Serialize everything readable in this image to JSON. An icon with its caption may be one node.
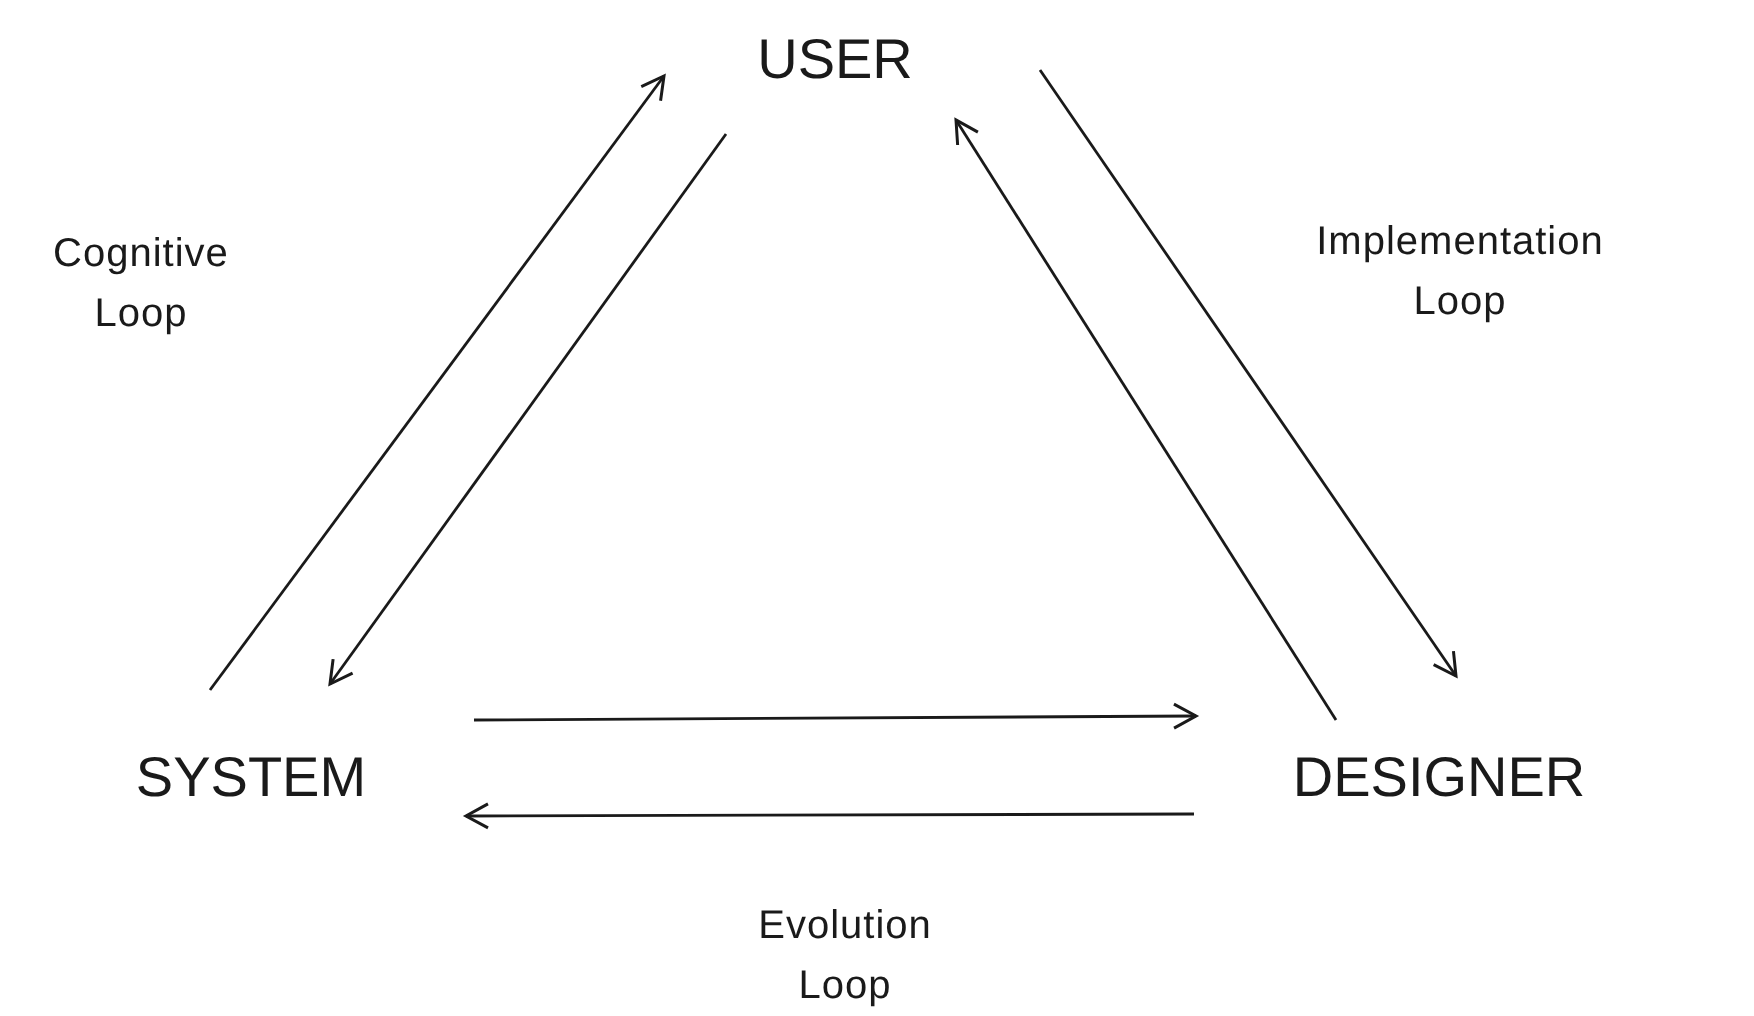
{
  "diagram": {
    "nodes": [
      {
        "text": [
          "USER"
        ]
      },
      {
        "text": [
          "SYSTEM"
        ]
      },
      {
        "text": [
          "DESIGNER"
        ]
      }
    ],
    "edges": [
      {
        "from": 1,
        "to": 0,
        "arrow": "to"
      },
      {
        "from": 0,
        "to": 1,
        "arrow": "to"
      },
      {
        "from": 2,
        "to": 0,
        "arrow": "to"
      },
      {
        "from": 0,
        "to": 2,
        "arrow": "to"
      },
      {
        "from": 1,
        "to": 2,
        "arrow": "to"
      },
      {
        "from": 2,
        "to": 1,
        "arrow": "to"
      }
    ],
    "labels": [
      "Cognitive Loop",
      "Implementation Loop",
      "Evolution Loop"
    ]
  }
}
